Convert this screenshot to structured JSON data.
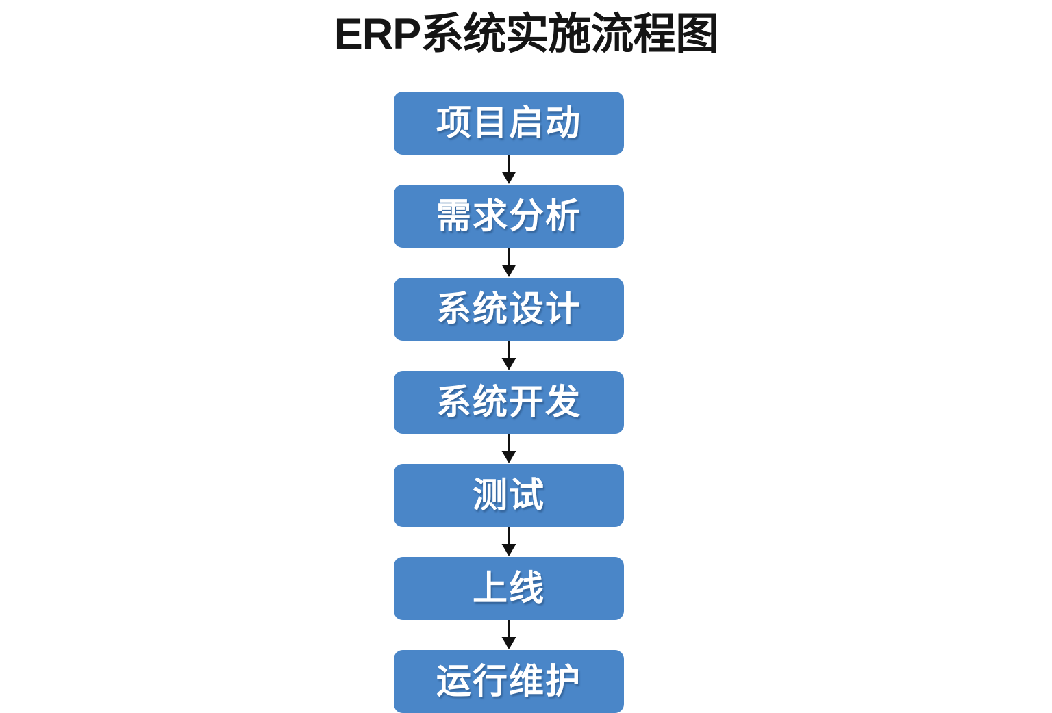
{
  "page": {
    "title": "ERP系统实施流程图",
    "background_color": "#ffffff"
  },
  "theme": {
    "node_fill": "#4a86c8",
    "node_text_color": "#ffffff",
    "title_color": "#151515",
    "arrow_color": "#111111"
  },
  "flowchart": {
    "type": "vertical-linear-flow",
    "orientation": "top-to-bottom",
    "node_count": 7,
    "connector_count": 6,
    "nodes": [
      {
        "id": "node-1",
        "label": "项目启动"
      },
      {
        "id": "node-2",
        "label": "需求分析"
      },
      {
        "id": "node-3",
        "label": "系统设计"
      },
      {
        "id": "node-4",
        "label": "系统开发"
      },
      {
        "id": "node-5",
        "label": "测试"
      },
      {
        "id": "node-6",
        "label": "上线"
      },
      {
        "id": "node-7",
        "label": "运行维护"
      }
    ],
    "connectors": [
      {
        "from": "项目启动",
        "to": "需求分析",
        "glyph": "arrow-down"
      },
      {
        "from": "需求分析",
        "to": "系统设计",
        "glyph": "arrow-down"
      },
      {
        "from": "系统设计",
        "to": "系统开发",
        "glyph": "arrow-down"
      },
      {
        "from": "系统开发",
        "to": "测试",
        "glyph": "arrow-down"
      },
      {
        "from": "测试",
        "to": "上线",
        "glyph": "arrow-down"
      },
      {
        "from": "上线",
        "to": "运行维护",
        "glyph": "arrow-down"
      }
    ]
  }
}
